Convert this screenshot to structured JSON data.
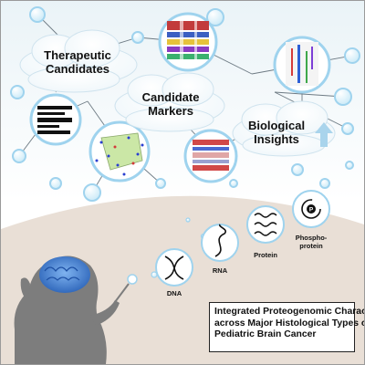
{
  "clouds": {
    "therapeutic_line1": "Therapeutic",
    "therapeutic_line2": "Candidates",
    "markers_line1": "Candidate",
    "markers_line2": "Markers",
    "insights_line1": "Biological",
    "insights_line2": "Insights"
  },
  "omics": {
    "dna": "DNA",
    "rna": "RNA",
    "protein": "Protein",
    "phospho_line1": "Phospho-",
    "phospho_line2": "protein",
    "phospho_symbol": "P"
  },
  "title": {
    "line1": "Integrated Proteogenomic Characterization",
    "line2": "across Major Histological Types of",
    "line3": "Pediatric Brain Cancer"
  },
  "colors": {
    "bubble_stroke": "#9fd3ee",
    "bubble_fill": "#e8f6fd",
    "cloud_fill": "#ffffff",
    "hill": "#e9dfd6",
    "silhouette": "#7d7d7d",
    "brain": "#3f7fd0",
    "arrow": "#a9d4ec",
    "network_line": "#6e7b84"
  }
}
